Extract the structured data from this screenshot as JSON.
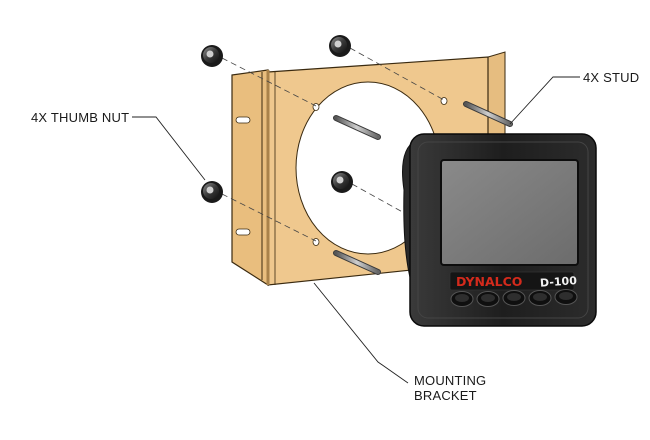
{
  "labels": {
    "thumb_nut": "4X THUMB NUT",
    "stud": "4X STUD",
    "bracket_line1": "MOUNTING",
    "bracket_line2": "BRACKET"
  },
  "display": {
    "brand": "DYNALCO",
    "model": "D-100",
    "button_count": 5
  },
  "colors": {
    "bracket": "#efc88e",
    "bracket_dark": "#c9a062",
    "display_body": "#1f1f1f",
    "screen": "#7a7a7a",
    "brand_text": "#d42a1c"
  }
}
